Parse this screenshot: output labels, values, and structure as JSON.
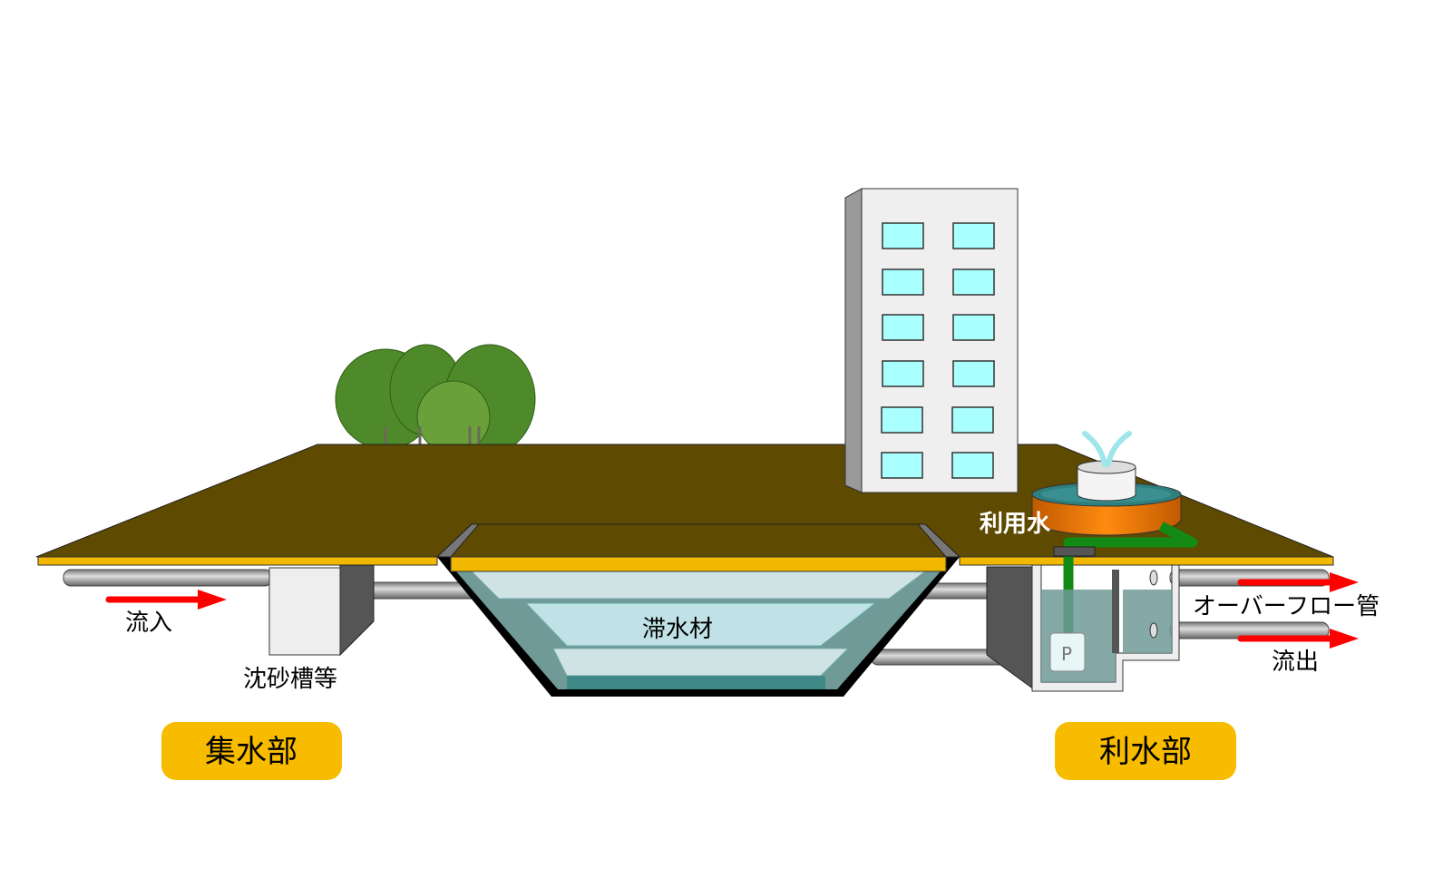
{
  "labels": {
    "inflow": "流入",
    "sediment_tank": "沈砂槽等",
    "storage_material": "滞水材",
    "water_use": "利用水",
    "overflow_pipe": "オーバーフロー管",
    "outflow": "流出",
    "pump": "P"
  },
  "sections": {
    "collection": "集水部",
    "utilization": "利水部"
  },
  "colors": {
    "ground": "#5e4a00",
    "ground_edge": "#f2b800",
    "pill": "#f7bb00",
    "arrow": "#ff0000",
    "window": "#aaffff",
    "water": "#3a8a88",
    "basin": "#f07800",
    "pipe_green": "#138a13"
  }
}
